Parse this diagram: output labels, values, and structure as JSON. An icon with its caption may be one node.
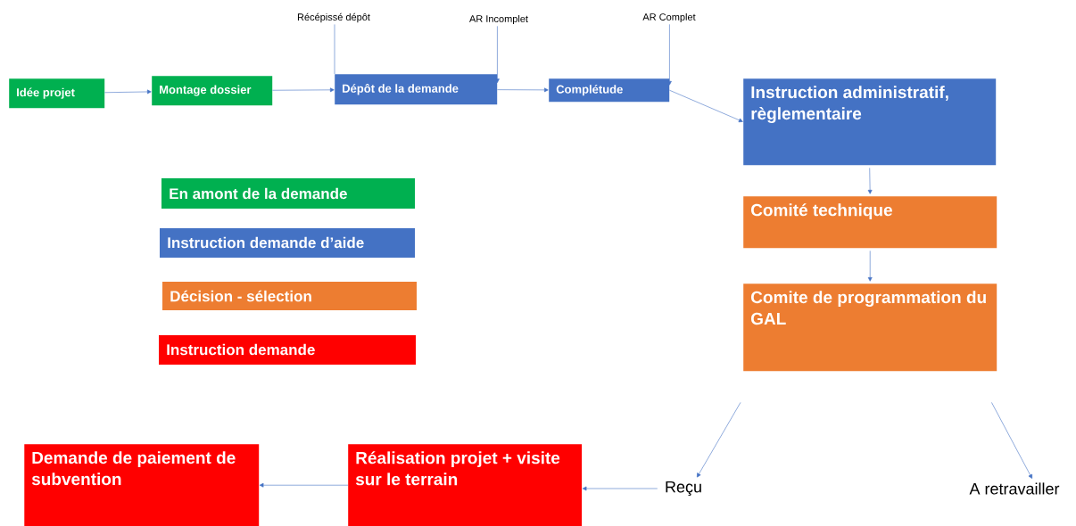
{
  "diagram": {
    "nodes": [
      {
        "text": [
          "Idée projet"
        ]
      },
      {
        "text": [
          "Montage dossier"
        ]
      },
      {
        "text": [
          "Dépôt de la demande"
        ]
      },
      {
        "text": [
          "Complétude"
        ]
      },
      {
        "text": [
          "Récépissé dépôt"
        ]
      },
      {
        "text": [
          "AR Incomplet"
        ]
      },
      {
        "text": [
          "AR Complet"
        ]
      },
      {
        "text": [
          "Instruction administratif, règlementaire"
        ]
      },
      {
        "text": [
          "Comité technique"
        ]
      },
      {
        "text": [
          "Comite de programmation du GAL"
        ]
      },
      {
        "text": [
          "Reçu"
        ]
      },
      {
        "text": [
          "A retravailler"
        ]
      },
      {
        "text": [
          "Réalisation projet + visite sur le terrain"
        ]
      },
      {
        "text": [
          "Demande de paiement de subvention"
        ]
      }
    ],
    "edges": [
      {
        "from": 0,
        "to": 1,
        "arrow": "to"
      },
      {
        "from": 1,
        "to": 2,
        "arrow": "to"
      },
      {
        "from": 4,
        "to": 2,
        "arrow": "none"
      },
      {
        "from": 5,
        "to": 2,
        "arrow": "to"
      },
      {
        "from": 2,
        "to": 3,
        "arrow": "to"
      },
      {
        "from": 6,
        "to": 3,
        "arrow": "to"
      },
      {
        "from": 3,
        "to": 7,
        "arrow": "to"
      },
      {
        "from": 7,
        "to": 8,
        "arrow": "to"
      },
      {
        "from": 8,
        "to": 9,
        "arrow": "to"
      },
      {
        "from": 9,
        "to": 10,
        "arrow": "to"
      },
      {
        "from": 9,
        "to": 11,
        "arrow": "to"
      },
      {
        "from": 10,
        "to": 12,
        "arrow": "to"
      },
      {
        "from": 12,
        "to": 13,
        "arrow": "to"
      }
    ],
    "legend": [
      {
        "text": "En amont de la demande",
        "color": "#00b050"
      },
      {
        "text": "Instruction demande d’aide",
        "color": "#4472c4"
      },
      {
        "text": "Décision - sélection",
        "color": "#ed7d31"
      },
      {
        "text": "Instruction demande",
        "color": "#ff0000"
      }
    ]
  }
}
